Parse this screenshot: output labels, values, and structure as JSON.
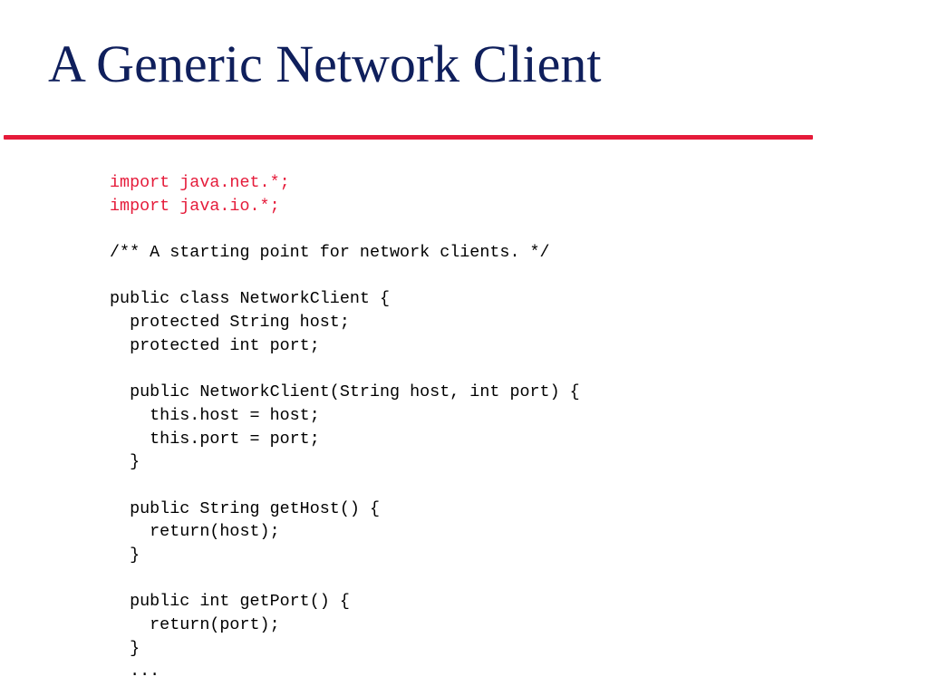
{
  "slide": {
    "title": "A Generic Network Client",
    "colors": {
      "title": "#0f1f5c",
      "rule": "#e51b3a",
      "highlight_code": "#e51b3a",
      "code": "#000000"
    }
  },
  "code": {
    "lines": [
      {
        "text": "import java.net.*;",
        "highlight": true
      },
      {
        "text": "import java.io.*;",
        "highlight": true
      },
      {
        "text": "",
        "highlight": false
      },
      {
        "text": "/** A starting point for network clients. */",
        "highlight": false
      },
      {
        "text": "",
        "highlight": false
      },
      {
        "text": "public class NetworkClient {",
        "highlight": false
      },
      {
        "text": "  protected String host;",
        "highlight": false
      },
      {
        "text": "  protected int port;",
        "highlight": false
      },
      {
        "text": "",
        "highlight": false
      },
      {
        "text": "  public NetworkClient(String host, int port) {",
        "highlight": false
      },
      {
        "text": "    this.host = host;",
        "highlight": false
      },
      {
        "text": "    this.port = port;",
        "highlight": false
      },
      {
        "text": "  }",
        "highlight": false
      },
      {
        "text": "",
        "highlight": false
      },
      {
        "text": "  public String getHost() {",
        "highlight": false
      },
      {
        "text": "    return(host);",
        "highlight": false
      },
      {
        "text": "  }",
        "highlight": false
      },
      {
        "text": "",
        "highlight": false
      },
      {
        "text": "  public int getPort() {",
        "highlight": false
      },
      {
        "text": "    return(port);",
        "highlight": false
      },
      {
        "text": "  }",
        "highlight": false
      },
      {
        "text": "  ...",
        "highlight": false
      }
    ]
  }
}
